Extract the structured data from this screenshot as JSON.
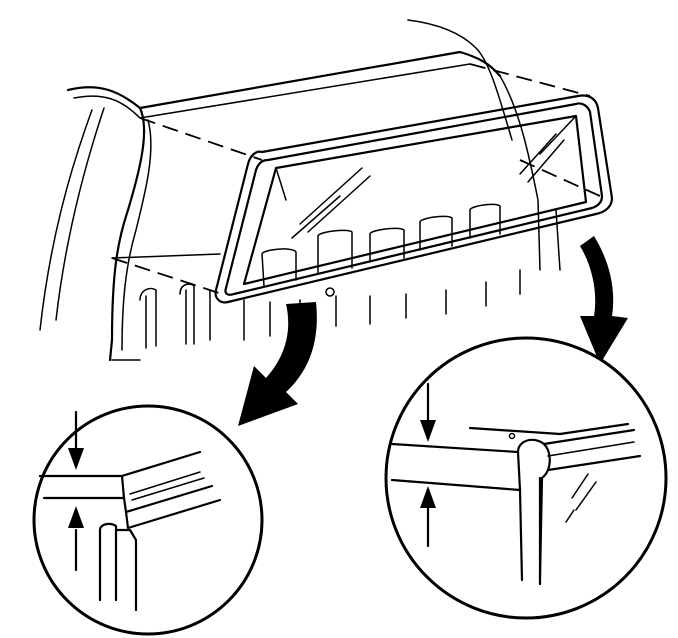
{
  "figure": {
    "subject": "rear-window-glass-installation",
    "detail_views": [
      "left-detail-view",
      "right-detail-view"
    ]
  },
  "colors": {
    "line": "#000000",
    "background": "#ffffff"
  }
}
